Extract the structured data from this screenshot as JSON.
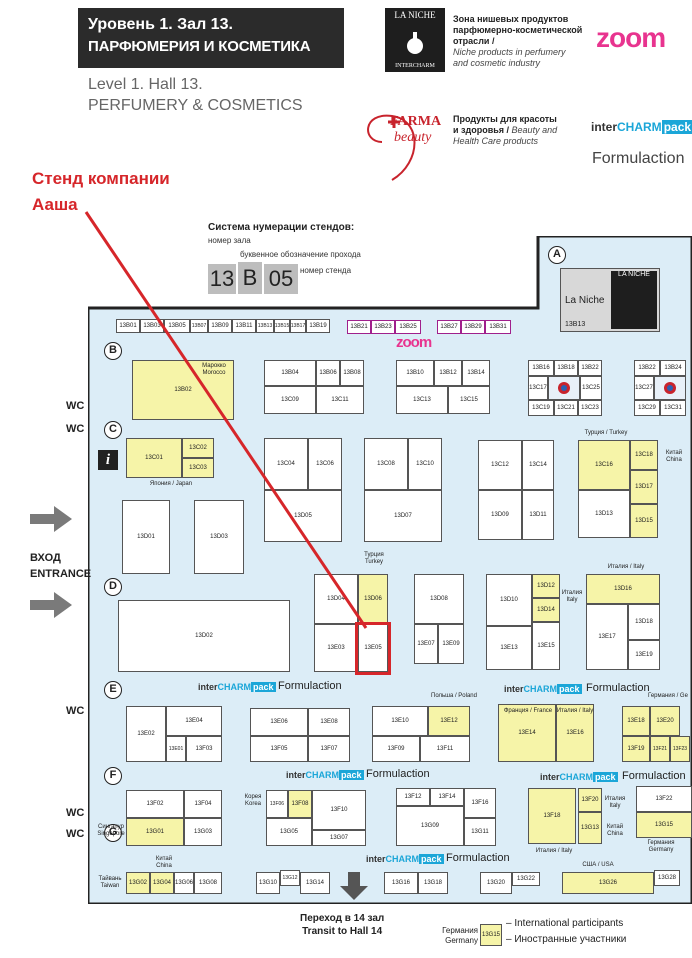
{
  "header": {
    "title_ru_line1": "Уровень 1. Зал 13.",
    "title_ru_line2": "ПАРФЮМЕРИЯ И КОСМЕТИКА",
    "title_en_line1": "Level 1. Hall 13.",
    "title_en_line2": "PERFUMERY & COSMETICS"
  },
  "logos": {
    "laniche_name": "LA NICHE",
    "laniche_sub": "INTERCHARM",
    "laniche_desc_ru": "Зона нишевых продуктов парфюмерно-косметической отрасли /",
    "laniche_desc_en": "Niche products in perfumery and cosmetic industry",
    "zoom": "zoom",
    "farma_line1": "FARMA",
    "farma_line2": "beauty",
    "farma_desc_ru": "Продукты для красоты и здоровья /",
    "farma_desc_en": "Beauty and Health Care products",
    "intercharm_a": "inter",
    "intercharm_b": "CHARM",
    "intercharm_c": "pack",
    "formulaction": "Formulaction"
  },
  "annotation": {
    "line1": "Стенд компании",
    "line2": "Ааша"
  },
  "numbering": {
    "title": "Система нумерации стендов:",
    "hall_number_label": "номер зала",
    "aisle_label": "буквенное обозначение прохода",
    "stand_label": "номер стенда",
    "hall_digit": "13",
    "aisle_letter": "B",
    "stand_digit": "05"
  },
  "rows": [
    "A",
    "B",
    "C",
    "D",
    "E",
    "F",
    "G"
  ],
  "wc": "WC",
  "entrance": {
    "ru": "ВХОД",
    "en": "ENTRANCE"
  },
  "transit": {
    "ru": "Переход в 14 зал",
    "en": "Transit to Hall 14"
  },
  "legend": {
    "country": "Германия Germany",
    "booth": "13G15",
    "intl": "– International participants",
    "ru": "– Иностранные участники"
  },
  "countries": {
    "morocco": "Марокко Morocco",
    "japan": "Япония / Japan",
    "turkey_top": "Турция / Turkey",
    "china": "Китай China",
    "turkey_mid": "Турция Turkey",
    "italy_mid": "Италия Italy",
    "italy_top": "Италия / Italy",
    "poland": "Польша / Poland",
    "france": "Франция / France",
    "italy_e": "Италия / Italy",
    "germany_top": "Германия / Ge",
    "korea": "Корея Korea",
    "italy_f": "Италия Italy",
    "china_f": "Китай China",
    "germany_f": "Германия Germany",
    "singapore": "Сингапур Singapore",
    "taiwan": "Тайвань Taiwan",
    "china_g": "Китай China",
    "italy_g": "Италия / Italy",
    "usa": "США / USA"
  },
  "la_niche_stand": {
    "label": "La Niche",
    "code": "13B13"
  },
  "booths": [
    "13B01",
    "13B03",
    "13B05",
    "13B07",
    "13B09",
    "13B11",
    "13B13",
    "13B15",
    "13B17",
    "13B19",
    "13B21",
    "13B23",
    "13B25",
    "13B27",
    "13B29",
    "13B31",
    "13B02",
    "13B04",
    "13B06",
    "13B08",
    "13C09",
    "13C11",
    "13B10",
    "13B12",
    "13B14",
    "13C13",
    "13C15",
    "13B16",
    "13B18",
    "13B22",
    "13C17",
    "13C25",
    "13C19",
    "13C21",
    "13C23",
    "13B22",
    "13B24",
    "13C27",
    "13C29",
    "13C31",
    "13C01",
    "13C02",
    "13C03",
    "13C04",
    "13C06",
    "13C08",
    "13C10",
    "13C12",
    "13C14",
    "13C16",
    "13C18",
    "13D05",
    "13D07",
    "13D09",
    "13D11",
    "13D17",
    "13D13",
    "13D15",
    "13D01",
    "13D03",
    "13D04",
    "13D06",
    "13D08",
    "13D10",
    "13D12",
    "13D14",
    "13D16",
    "13D02",
    "13E03",
    "13E05",
    "13E07",
    "13E09",
    "13E13",
    "13E15",
    "13E17",
    "13D18",
    "13E19",
    "13E02",
    "13E04",
    "13E01",
    "13F03",
    "13E06",
    "13E08",
    "13F05",
    "13F07",
    "13E10",
    "13E12",
    "13F09",
    "13F11",
    "13E14",
    "13E16",
    "13E18",
    "13E20",
    "13F19",
    "13F21",
    "13F23",
    "13F02",
    "13F04",
    "13G01",
    "13G03",
    "13F06",
    "13F08",
    "13F10",
    "13G05",
    "13G07",
    "13F12",
    "13F14",
    "13F16",
    "13G09",
    "13G11",
    "13F18",
    "13F20",
    "13G13",
    "13F22",
    "13G15",
    "13G02",
    "13G04",
    "13G06",
    "13G08",
    "13G10",
    "13G12",
    "13G14",
    "13G16",
    "13G18",
    "13G20",
    "13G22",
    "13G26",
    "13G28"
  ],
  "colors": {
    "title_bg": "#2b2b2b",
    "hall_bg": "#dcedf7",
    "booth_intl": "#f6f4a8",
    "annotation_red": "#d6262a",
    "zoom_pink": "#e8348f"
  }
}
